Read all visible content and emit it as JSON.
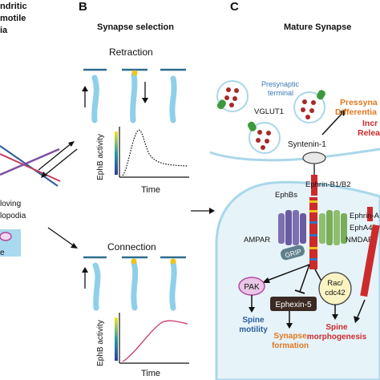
{
  "panelA": {
    "title_lines": [
      "ndritic",
      "motile",
      "ia"
    ],
    "moving_lines": [
      "loving",
      "lopodia"
    ],
    "box_fragment": "e"
  },
  "panelB": {
    "letter": "B",
    "title": "Synapse selection",
    "retraction": {
      "label": "Retraction",
      "ylabel": "EphB activity",
      "xlabel": "Time"
    },
    "connection": {
      "label": "Connection",
      "ylabel": "EphB activity",
      "xlabel": "Time"
    }
  },
  "panelC": {
    "letter": "C",
    "title": "Mature Synapse",
    "presynaptic_terminal": [
      "Presynaptic",
      "terminal"
    ],
    "vglut1": "VGLUT1",
    "syntenin": "Syntenin-1",
    "pressyn_diff": [
      "Pressyna",
      "Differentia"
    ],
    "incr_release": [
      "Incr",
      "Relea"
    ],
    "ephrin_b": "Ephrin-B1/B2",
    "ephbs": "EphBs",
    "ephrin_a": "Ephrin-A",
    "epha4": "EphA4",
    "ampar": "AMPAR",
    "nmdar": "NMDAR",
    "grip": "GRIP",
    "pak": "PAK",
    "rac": [
      "Rac/",
      "cdc42"
    ],
    "ephexin": "Ephexin-5",
    "spine_motility": [
      "Spine",
      "motility"
    ],
    "synapse_formation": [
      "Synapse",
      "formation"
    ],
    "spine_morph": [
      "Spine",
      "morphogenesis"
    ]
  },
  "colors": {
    "dendrite": "#8ecfea",
    "membrane_blue": "#2e6d8e",
    "ampar": "#7d6fb0",
    "nmdar": "#8fbf6e",
    "grip": "#5f7f8c",
    "vesicle": "#a52a2a",
    "syntenin_green": "#3c9a3c",
    "orange": "#e07820",
    "red": "#cc2b2b",
    "spine_fill": "#e6f3f9",
    "pak_fill": "#e9c6e6",
    "rac_fill": "#fbf3c2",
    "ephexin_fill": "#3a2a22",
    "dark_blue": "#2a5d9c"
  }
}
